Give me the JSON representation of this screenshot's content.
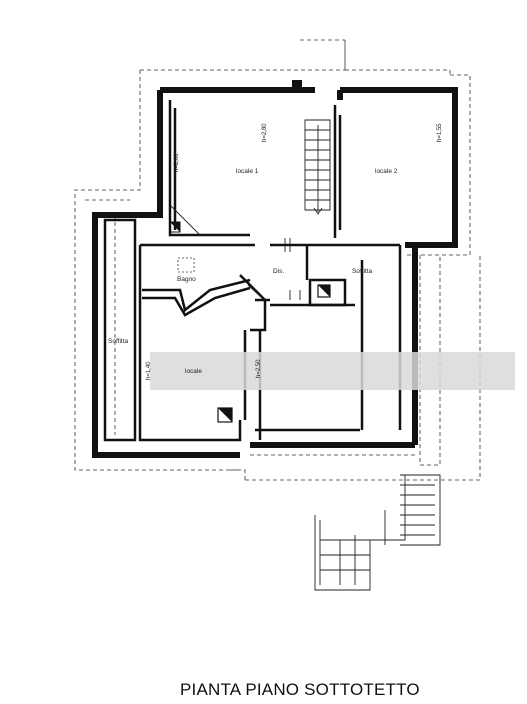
{
  "title": "PIANTA PIANO SOTTOTETTO",
  "rooms": {
    "locale1": "locale 1",
    "locale2": "locale 2",
    "bagno": "Bagno",
    "dis": "Dis.",
    "soffitta_right": "Soffitta",
    "soffitta_left": "Soffitta",
    "locale_bottom": "locale"
  },
  "heights": {
    "h1": "h=2,00",
    "h2": "h=2,80",
    "h3": "h=1,55",
    "h4": "h=1,40",
    "h5": "h=2,50"
  },
  "colors": {
    "ink": "#111111",
    "redaction": "#d9d9d9"
  }
}
